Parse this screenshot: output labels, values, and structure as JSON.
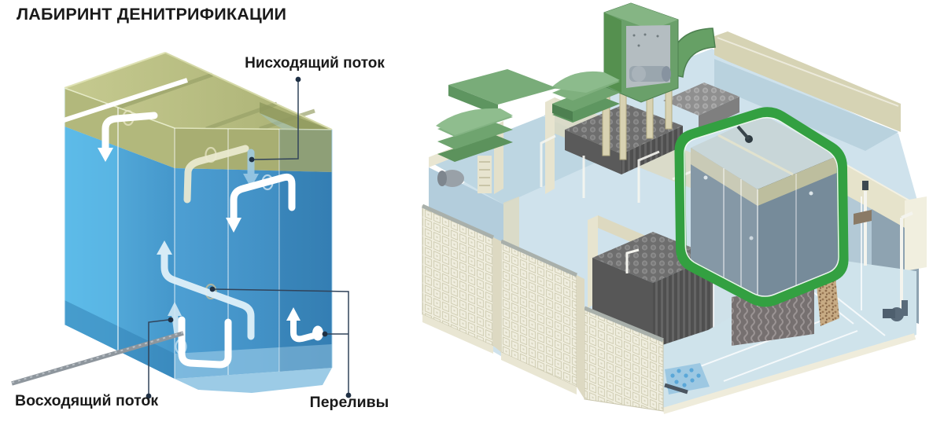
{
  "title": "ЛАБИРИНТ ДЕНИТРИФИКАЦИИ",
  "left_diagram": {
    "name": "denitrification-labyrinth-tank",
    "labels": {
      "down_flow": "Нисходящий поток",
      "up_flow": "Восходящий поток",
      "overflows": "Переливы"
    },
    "icons": [
      "down-flow-arrow",
      "up-flow-arrow",
      "overflow-arrow",
      "aeration-pipe",
      "inlet-pipe"
    ],
    "colors": {
      "water": "#4a9ed2",
      "glass_top": "#b8bd82",
      "leader": "#31435a"
    }
  },
  "right_diagram": {
    "name": "treatment-plant-cutaway",
    "icons": [
      "highlight-hexagon",
      "control-cabinet",
      "green-covers",
      "media-block",
      "crate-wall",
      "blower",
      "pump-valve"
    ],
    "colors": {
      "highlight": "#2f9b3c",
      "equipment_green": "#6fa573",
      "wall_beige": "#ece9d6"
    }
  }
}
